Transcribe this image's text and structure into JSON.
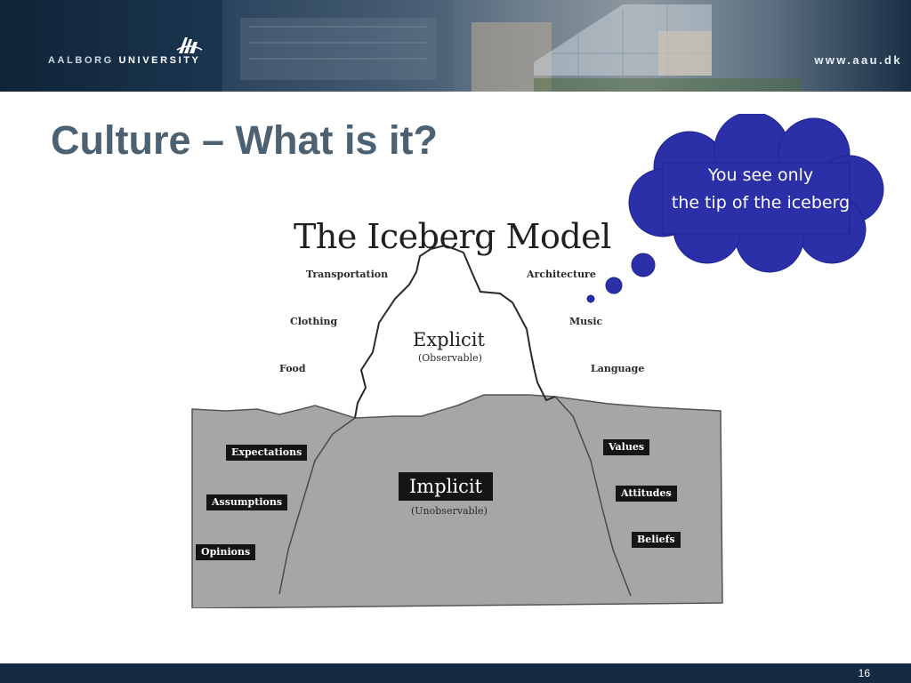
{
  "header": {
    "university_name_part1": "AALBORG",
    "university_name_part2": "UNIVERSITY",
    "website": "www.aau.dk",
    "logo_icon": "aau-wave-logo-icon",
    "banner_colors": {
      "dark": "#0f2436",
      "mid": "#6f7f8c"
    }
  },
  "slide": {
    "title": "Culture – What is it?",
    "title_color": "#4c6273"
  },
  "thought_bubble": {
    "line1": "You see only",
    "line2": "the tip of the iceberg",
    "fill_color": "#2b2fa8"
  },
  "iceberg": {
    "title": "The Iceberg Model",
    "explicit": {
      "label": "Explicit",
      "sublabel": "(Observable)"
    },
    "implicit": {
      "label": "Implicit",
      "sublabel": "(Unobservable)"
    },
    "above_water_left": [
      "Transportation",
      "Clothing",
      "Food"
    ],
    "above_water_right": [
      "Architecture",
      "Music",
      "Language"
    ],
    "below_water_left": [
      "Expectations",
      "Assumptions",
      "Opinions"
    ],
    "below_water_right": [
      "Values",
      "Attitudes",
      "Beliefs"
    ],
    "water_color": "#a6a6a6"
  },
  "footer": {
    "page_number": "16"
  }
}
